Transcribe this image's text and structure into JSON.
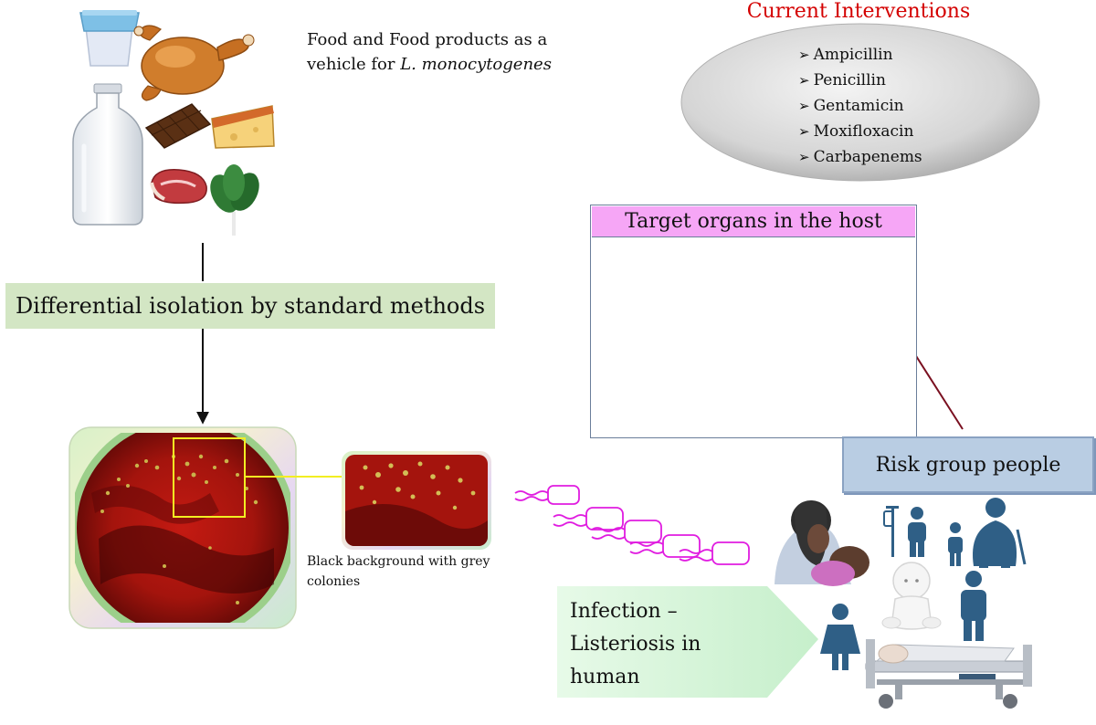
{
  "food_caption": {
    "line1": "Food and Food products as a",
    "line2_prefix": "vehicle for ",
    "line2_species": "L. monocytogenes"
  },
  "isolation_label": "Differential isolation by standard methods",
  "plate_caption": {
    "line1": "Black background with grey",
    "line2": "colonies"
  },
  "interventions": {
    "title": "Current Interventions",
    "marker": "➢",
    "drugs": [
      "Ampicillin",
      "Penicillin",
      "Gentamicin",
      "Moxifloxacin",
      "Carbapenems"
    ]
  },
  "target_organs_title": "Target organs in the host",
  "risk_group_label": "Risk group people",
  "infection_label": {
    "line1": "Infection –",
    "line2": "Listeriosis in",
    "line3": "human"
  },
  "colors": {
    "title_red": "#d40000",
    "isolation_green": "#d3e6c4",
    "organs_title_pink": "#f6a6f6",
    "risk_blue": "#b9cde3",
    "infection_green": "#cdf2d2",
    "bacteria_magenta": "#e01ce0",
    "people_teal": "#2f5f86",
    "arrow_maroon": "#7a1020",
    "zoom_yellow": "#f2ee22"
  },
  "icons": [
    "yogurt-cup-icon",
    "roast-chicken-icon",
    "milk-bottle-icon",
    "chocolate-bar-icon",
    "cheese-wedge-icon",
    "meat-steak-icon",
    "spinach-icon",
    "brain-icon",
    "liver-icon",
    "uterus-icon",
    "placenta-icon",
    "bacteria-icon",
    "mother-breastfeeding-icon",
    "patient-iv-icon",
    "child-icon",
    "elderly-couple-icon",
    "baby-icon",
    "man-icon",
    "woman-icon",
    "hospital-bed-icon"
  ]
}
